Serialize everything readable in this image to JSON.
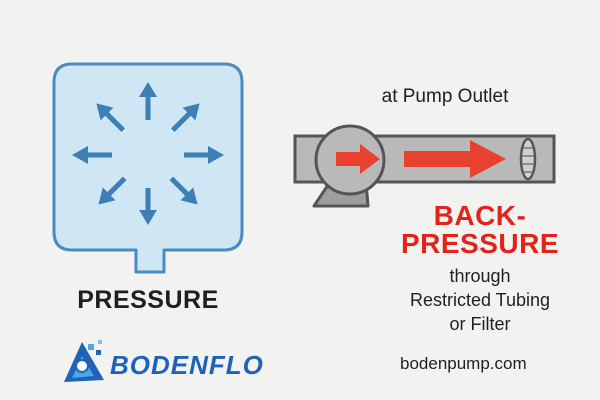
{
  "pressure": {
    "label": "PRESSURE",
    "container_fill": "#cfe6f4",
    "container_stroke": "#4a8cc2",
    "arrow_color": "#3e7fb6"
  },
  "back_pressure": {
    "outlet_label": "at Pump Outlet",
    "title_line1": "BACK-",
    "title_line2": "PRESSURE",
    "through_line1": "through",
    "through_line2": "Restricted Tubing",
    "through_line3": "or Filter",
    "accent_color": "#e0241b",
    "pipe_color": "#b9b9b9",
    "pipe_stroke": "#555555"
  },
  "brand": {
    "name": "BODENFLO",
    "website": "bodenpump.com",
    "color": "#1e63b8"
  }
}
